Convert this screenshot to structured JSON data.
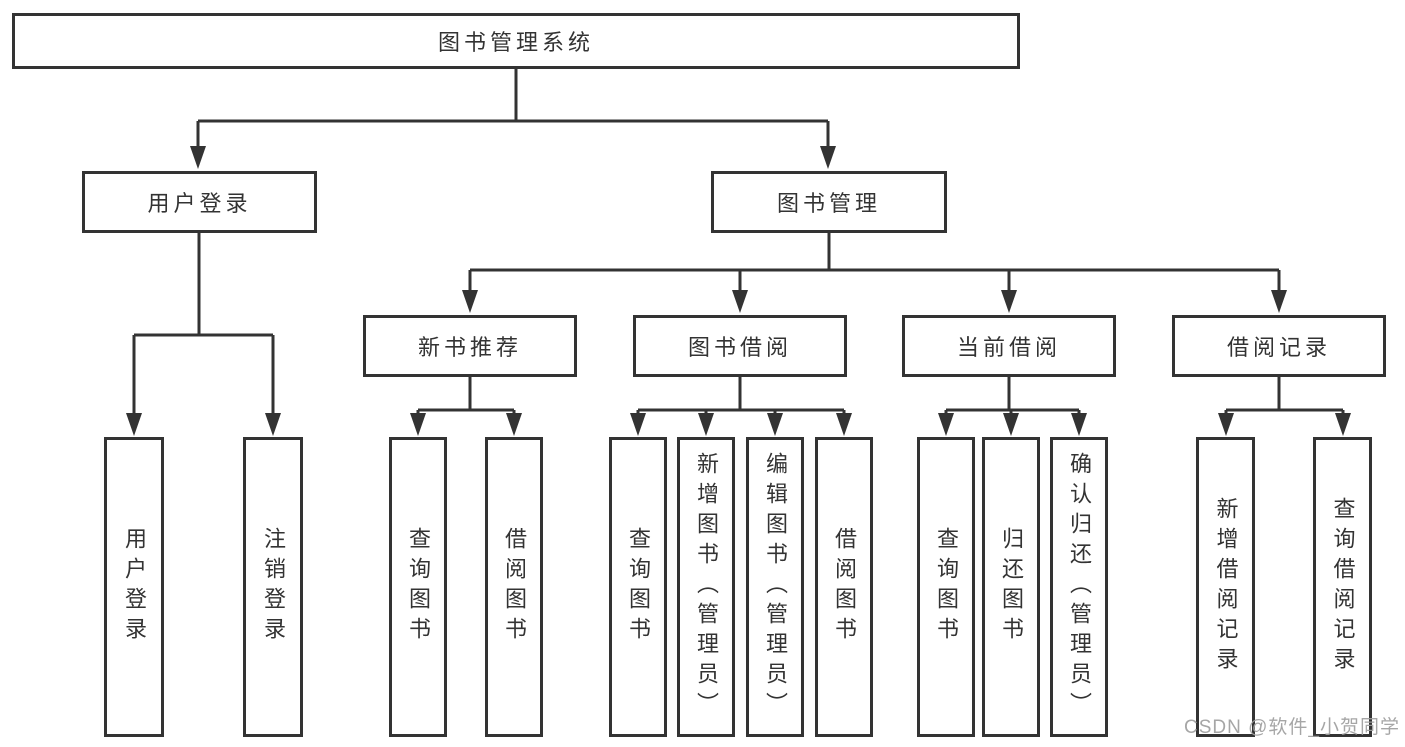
{
  "diagram_title": "图书管理系统",
  "watermark": "CSDN @软件_小贺同学",
  "colors": {
    "line": "#333333",
    "text": "#333333",
    "background": "#ffffff",
    "watermark": "#9e9e9e"
  },
  "root": {
    "label": "图书管理系统"
  },
  "level1": {
    "user_login": {
      "label": "用户登录"
    },
    "book_mgmt": {
      "label": "图书管理"
    }
  },
  "level2": {
    "new_books": {
      "label": "新书推荐"
    },
    "book_borrow": {
      "label": "图书借阅"
    },
    "current_borrow": {
      "label": "当前借阅"
    },
    "borrow_records": {
      "label": "借阅记录"
    }
  },
  "leaves": {
    "user_login": [
      "用户登录",
      "注销登录"
    ],
    "new_books": [
      "查询图书",
      "借阅图书"
    ],
    "book_borrow": [
      "查询图书",
      "新增图书（管理员）",
      "编辑图书（管理员）",
      "借阅图书"
    ],
    "current_borrow": [
      "查询图书",
      "归还图书",
      "确认归还（管理员）"
    ],
    "borrow_records": [
      "新增借阅记录",
      "查询借阅记录"
    ]
  }
}
